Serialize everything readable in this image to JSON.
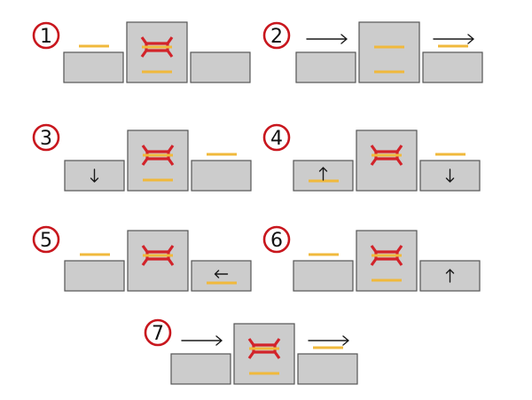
{
  "colors": {
    "box_fill": "#cccccc",
    "box_stroke": "#555555",
    "badge_red": "#c8161d",
    "clamp_red": "#d2232a",
    "bar_yellow": "#f0b93c",
    "arrow": "#1a1a1a"
  },
  "panels": [
    {
      "label": "1",
      "left": {
        "bar_above": true,
        "arrow": null
      },
      "center": {
        "clamp": true,
        "bars": [
          "mid",
          "low"
        ]
      },
      "right": {
        "bar_above": false,
        "arrow": null
      },
      "over_arrows": []
    },
    {
      "label": "2",
      "left": {
        "bar_above": false,
        "arrow": null
      },
      "center": {
        "clamp": false,
        "bars": [
          "mid",
          "low"
        ]
      },
      "right": {
        "bar_above": true,
        "arrow": null
      },
      "over_arrows": [
        "left",
        "right"
      ]
    },
    {
      "label": "3",
      "left": {
        "bar_above": false,
        "arrow": "down"
      },
      "center": {
        "clamp": true,
        "bars": [
          "mid",
          "low"
        ]
      },
      "right": {
        "bar_above": true,
        "arrow": null
      },
      "over_arrows": []
    },
    {
      "label": "4",
      "left": {
        "bar_above": false,
        "arrow": "up",
        "bar_inside": true
      },
      "center": {
        "clamp": true,
        "bars": [
          "mid"
        ]
      },
      "right": {
        "bar_above": true,
        "arrow": "down"
      },
      "over_arrows": []
    },
    {
      "label": "5",
      "left": {
        "bar_above": true,
        "arrow": null
      },
      "center": {
        "clamp": true,
        "bars": [
          "mid"
        ]
      },
      "right": {
        "bar_above": false,
        "arrow": "left",
        "bar_inside": true
      },
      "over_arrows": []
    },
    {
      "label": "6",
      "left": {
        "bar_above": true,
        "arrow": null
      },
      "center": {
        "clamp": true,
        "bars": [
          "mid",
          "low"
        ]
      },
      "right": {
        "bar_above": false,
        "arrow": "up"
      },
      "over_arrows": []
    },
    {
      "label": "7",
      "left": {
        "bar_above": false,
        "arrow": null
      },
      "center": {
        "clamp": true,
        "bars": [
          "mid",
          "low"
        ]
      },
      "right": {
        "bar_above": true,
        "arrow": null
      },
      "over_arrows": [
        "left",
        "right"
      ]
    }
  ]
}
